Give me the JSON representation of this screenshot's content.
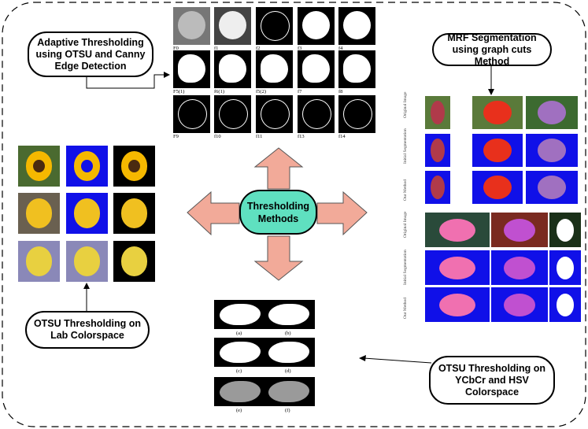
{
  "center": {
    "line1": "Thresholding",
    "line2": "Methods"
  },
  "callouts": {
    "adaptive": {
      "line1": "Adaptive Thresholding",
      "line2": "using OTSU and Canny",
      "line3": "Edge Detection"
    },
    "mrf": {
      "line1": "MRF Segmentation",
      "line2": "using graph cuts Method"
    },
    "otsu_lab": {
      "line1": "OTSU Thresholding on",
      "line2": "Lab Colorspace"
    },
    "otsu_ycbcr": {
      "line1": "OTSU Thresholding on",
      "line2": "YCbCr and HSV",
      "line3": "Colorspace"
    }
  },
  "adaptive_captions": [
    "F0",
    "f1",
    "f2",
    "f3",
    "f4",
    "F5(1)",
    "f6(1)",
    "f5(2)",
    "f7",
    "f8",
    "F9",
    "f10",
    "f11",
    "f13",
    "f14"
  ],
  "mrf_row_labels": [
    "Original Image",
    "Initial Segmentation",
    "Our Method"
  ],
  "ycbcr_captions": [
    "(a)",
    "(b)",
    "(c)",
    "(d)",
    "(e)",
    "(f)"
  ],
  "colors": {
    "arrow_fill": "#f2aa99",
    "center_fill": "#5fe0c0",
    "segmentation_blue": "#1010e8"
  }
}
